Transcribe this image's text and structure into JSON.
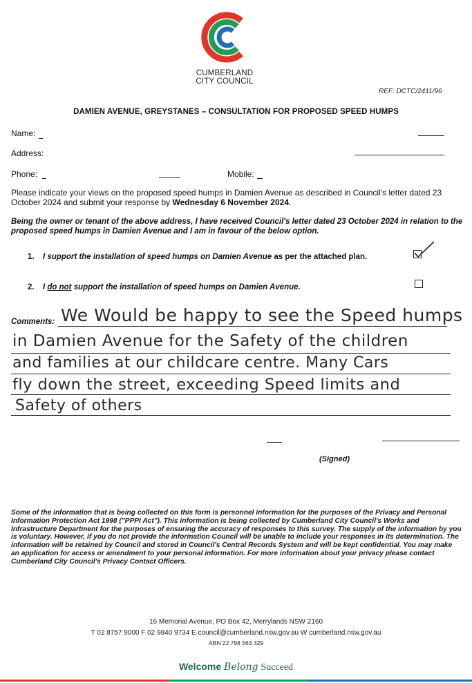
{
  "header": {
    "org_name_line1": "CUMBERLAND",
    "org_name_line2": "CITY COUNCIL",
    "reference": "REF: DCTC/2411/96",
    "title": "DAMIEN AVENUE, GREYSTANES – CONSULTATION FOR PROPOSED SPEED HUMPS",
    "logo_colors": {
      "red": "#e0352b",
      "green": "#1f9d55",
      "blue": "#1f6fb8"
    }
  },
  "form": {
    "name_label": "Name:",
    "address_label": "Address:",
    "phone_label": "Phone:",
    "mobile_label": "Mobile:"
  },
  "intro": {
    "text": "Please indicate your views on the proposed speed humps in Damien Avenue as described in Council's letter dated 23 October 2024 and submit your response by ",
    "deadline": "Wednesday 6 November 2024",
    "end": "."
  },
  "declaration": "Being the owner or tenant of the above address, I have received Council's letter dated 23 October 2024 in relation to the proposed speed humps in Damien Avenue and I am in favour of the below option.",
  "options": [
    {
      "number": "1.",
      "text_italic": "I support the installation of speed humps on Damien Avenue",
      "text_rest": " as per the attached plan.",
      "checked": true
    },
    {
      "number": "2.",
      "text_pre": "I ",
      "text_underline": "do not",
      "text_post": " support the installation of speed humps on Damien Avenue.",
      "checked": false
    }
  ],
  "comments": {
    "label": "Comments:",
    "lines": [
      "We Would be happy to see the Speed humps",
      "in Damien Avenue for the Safety of the children",
      "and families at our childcare centre. Many Cars",
      "fly down the street, exceeding Speed limits and",
      "Safety of others"
    ]
  },
  "signed_label": "(Signed)",
  "privacy_text": "Some of the information that is being collected on this form is personnel information for the purposes of the Privacy and Personal Information Protection Act 1998 (\"PPPI Act\"). This information is being collected by Cumberland City Council's Works and Infrastructure Department for the purposes of ensuring the accuracy of responses to this survey. The supply of the information by you is voluntary. However, if you do not provide the information Council will be unable to include your responses in its determination. The information will be retained by Council and stored in Council's Central Records System and will be kept confidential. You may make an application for access or amendment to your personal information. For more information about your privacy please contact Cumberland City Council's Privacy Contact Officers.",
  "footer": {
    "address": "16 Memorial Avenue, PO Box 42, Merrylands NSW 2160",
    "contacts": "T 02 8757 9000   F 02 9840 9734   E council@cumberland.nsw.gov.au   W cumberland.nsw.gov.au",
    "abn": "ABN 22 798 563 329",
    "welcome": "Welcome",
    "belong": "Belong",
    "succeed": "Succeed"
  }
}
